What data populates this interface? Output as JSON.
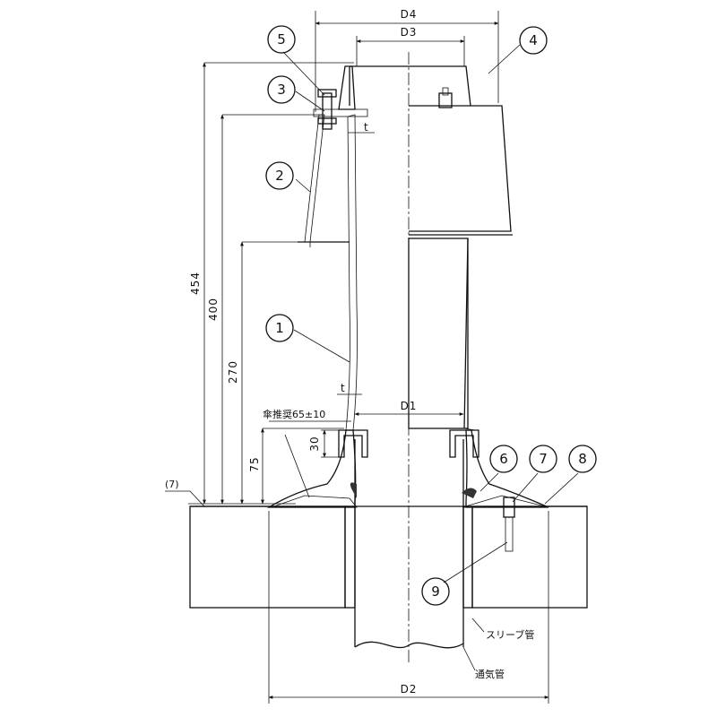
{
  "dimensions": {
    "d4": "D4",
    "d3": "D3",
    "d1": "D1",
    "d2": "D2",
    "h454": "454",
    "h400": "400",
    "h270": "270",
    "h75": "75",
    "h30": "30",
    "t_upper": "t",
    "t_lower": "t"
  },
  "annotations": {
    "slope_note": "傘推奨65±10",
    "ref7": "(7)",
    "sleeve_pipe": "スリーブ管",
    "vent_pipe": "通気管"
  },
  "callouts": [
    "1",
    "2",
    "3",
    "4",
    "5",
    "6",
    "7",
    "8",
    "9"
  ]
}
